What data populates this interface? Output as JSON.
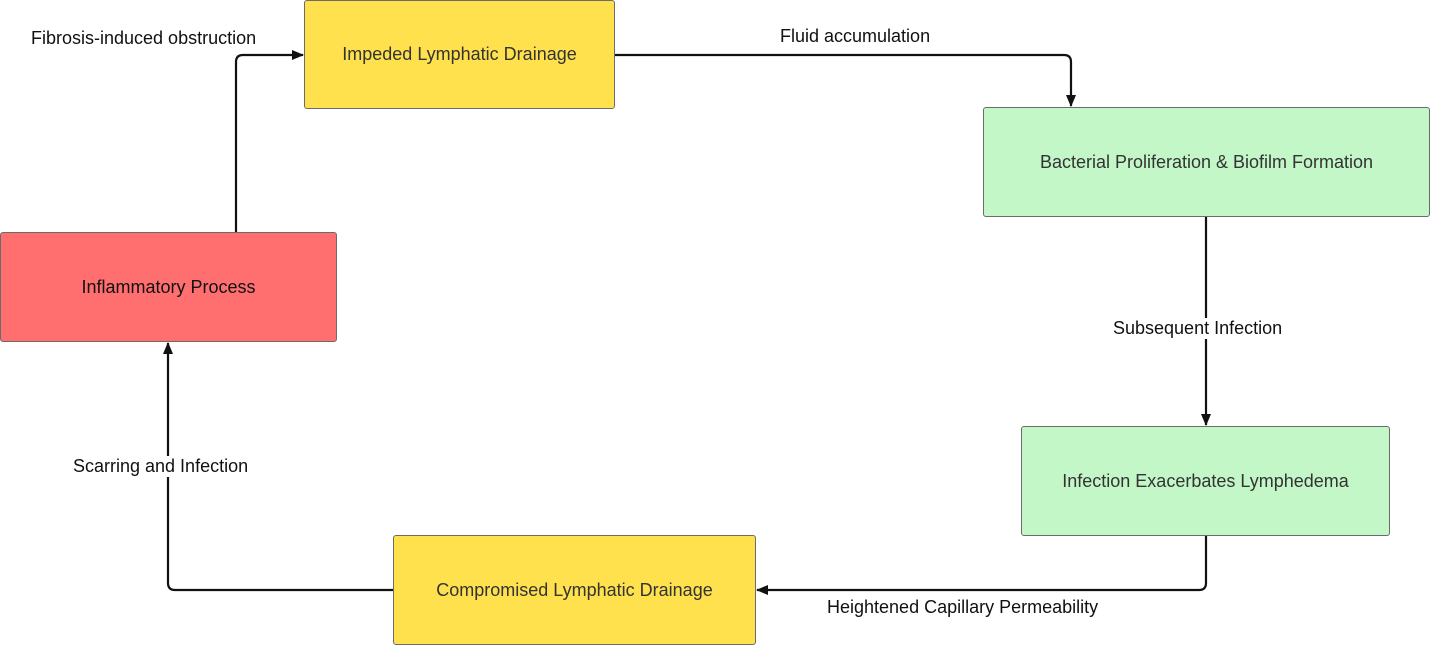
{
  "nodes": {
    "impeded": {
      "label": "Impeded Lymphatic Drainage",
      "color": "#ffe14d"
    },
    "bacterial": {
      "label": "Bacterial Proliferation & Biofilm Formation",
      "color": "#c3f7c8"
    },
    "infection": {
      "label": "Infection Exacerbates Lymphedema",
      "color": "#c3f7c8"
    },
    "compromised": {
      "label": "Compromised Lymphatic Drainage",
      "color": "#ffe14d"
    },
    "inflammatory": {
      "label": "Inflammatory Process",
      "color": "#ff6f6f"
    }
  },
  "edges": {
    "fluid": "Fluid accumulation",
    "subsequent": "Subsequent Infection",
    "capillary": "Heightened Capillary Permeability",
    "scarring": "Scarring and Infection",
    "fibrosis": "Fibrosis-induced obstruction"
  }
}
